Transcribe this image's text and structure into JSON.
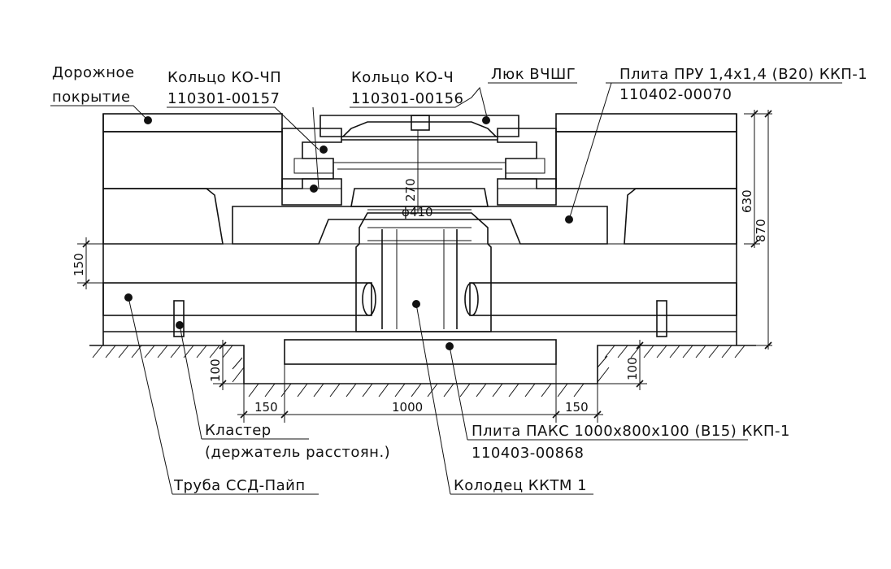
{
  "labels": {
    "road_surface_1": "Дорожное",
    "road_surface_2": "покрытие",
    "ring_kochp": "Кольцо КО-ЧП",
    "ring_kochp_code": "110301-00157",
    "ring_koch": "Кольцо КО-Ч",
    "ring_koch_code": "110301-00156",
    "hatch": "Люк ВЧШГ",
    "slab_pru": "Плита ПРУ 1,4х1,4 (В20) ККП-1",
    "slab_pru_code": "110402-00070",
    "cluster": "Кластер",
    "cluster_note": "(держатель расстоян.)",
    "pipe": "Труба ССД-Пайп",
    "slab_paks": "Плита ПАКС 1000х800х100 (В15) ККП-1",
    "slab_paks_code": "110403-00868",
    "well": "Колодец ККТМ 1"
  },
  "dimensions": {
    "h270": "270",
    "d410": "ϕ410",
    "h630": "630",
    "h870": "870",
    "h150": "150",
    "h100_left": "100",
    "h100_right": "100",
    "w150_left": "150",
    "w1000": "1000",
    "w150_right": "150"
  },
  "colors": {
    "ink": "#111111",
    "paper": "#ffffff"
  }
}
